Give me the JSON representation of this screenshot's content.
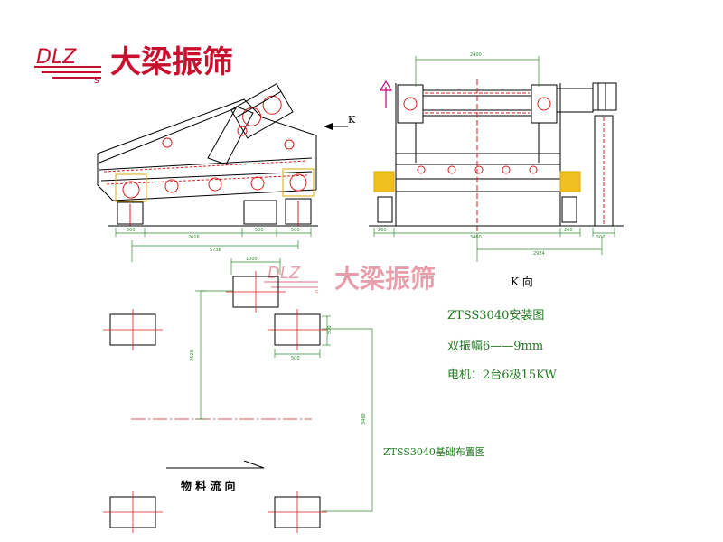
{
  "brand": {
    "logo_letters": "DLZ",
    "logo_sub": "s",
    "name": "大梁振筛",
    "color_primary": "#c8102e"
  },
  "labels": {
    "k_arrow": "K",
    "k_view": "K 向",
    "material_flow": "物 料 流 向"
  },
  "notes": {
    "install_title": "ZTSS3040安装图",
    "amplitude": "双振幅6——9mm",
    "motor": "电机：2台6极15KW",
    "foundation_title": "ZTSS3040基础布置图"
  },
  "dimensions": {
    "side_a": "500",
    "side_b": "2616",
    "side_c": "500",
    "side_d": "500",
    "side_total": "5738",
    "k_top": "2400",
    "k_left": "260",
    "k_mid": "3460",
    "k_right": "260",
    "k_side": "500",
    "k_bottom": "2924",
    "fd_top": "1000",
    "fd_v1": "2626",
    "fd_pad": "500",
    "fd_pad_h": "500",
    "fd_v2": "3460"
  },
  "colors": {
    "line": "#000000",
    "annotation": "#2e8b2e",
    "accent_red": "#d81e1e",
    "magenta": "#c0007a",
    "pad_yellow": "#d8a800"
  }
}
